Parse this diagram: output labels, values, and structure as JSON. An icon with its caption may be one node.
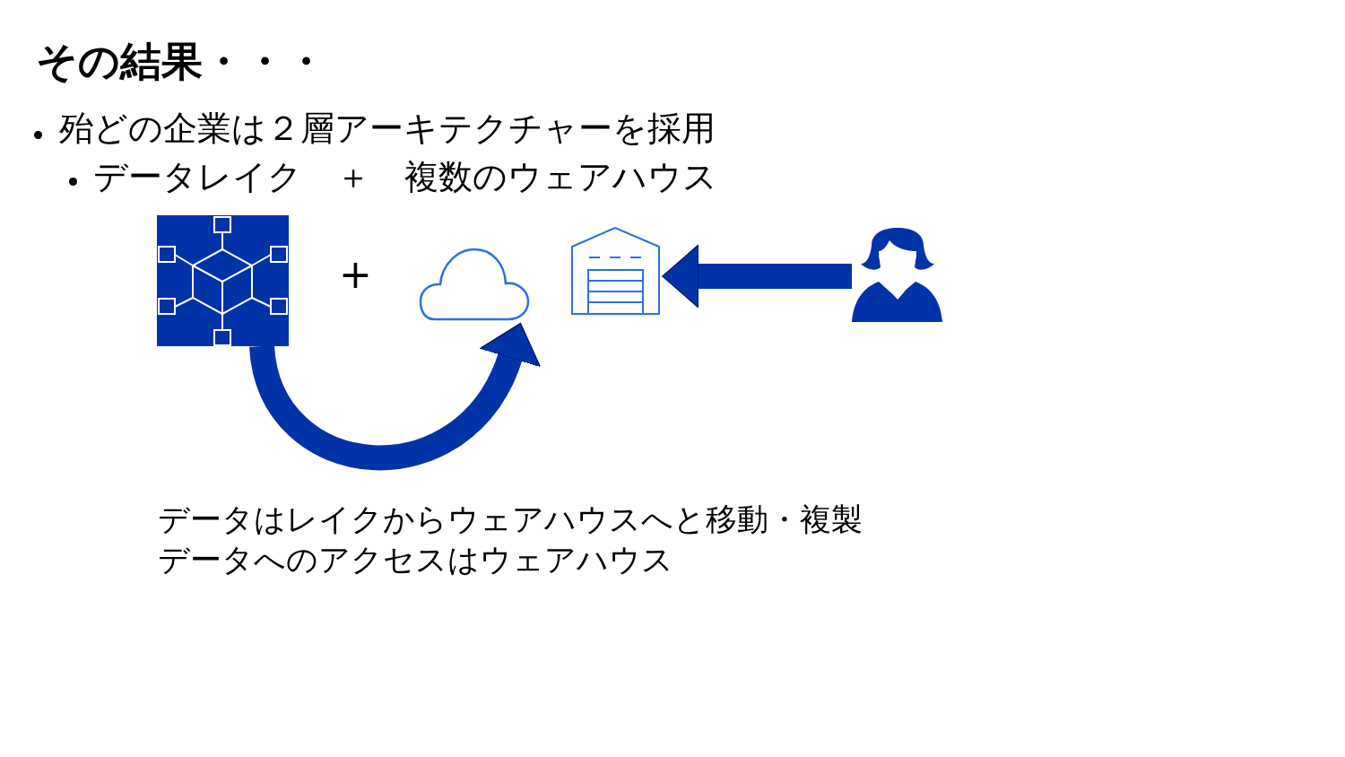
{
  "diagram": {
    "title": "その結果・・・",
    "nodes": [
      {
        "text": [],
        "shape": "picture"
      },
      {
        "text": [],
        "shape": "cloud"
      },
      {
        "text": [],
        "shape": "picture"
      },
      {
        "text": [],
        "shape": "person"
      }
    ],
    "edges": [
      {
        "from": 0,
        "to": 1,
        "arrow": "to"
      },
      {
        "from": 3,
        "to": 2,
        "arrow": "to"
      }
    ],
    "labels": [
      "殆どの企業は２層アーキテクチャーを採用",
      "データレイク　＋　複数のウェアハウス",
      "+",
      "データはレイクからウェアハウスへと移動・複製",
      "データへのアクセスはウェアハウス"
    ]
  }
}
